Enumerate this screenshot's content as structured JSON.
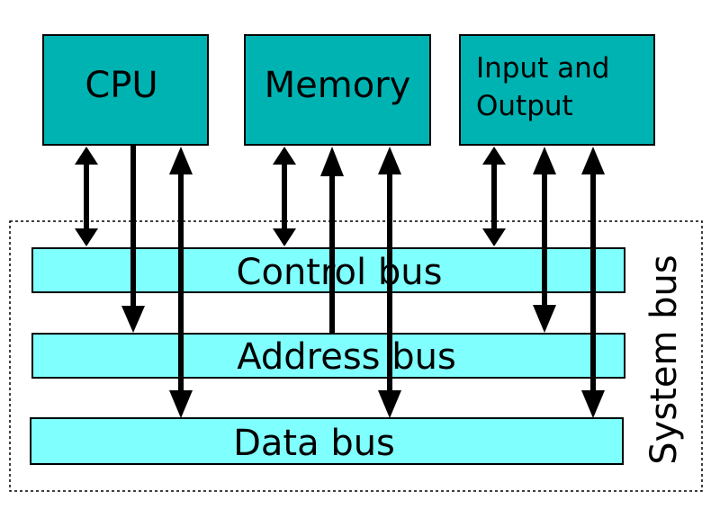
{
  "components": {
    "cpu": "CPU",
    "memory": "Memory",
    "io_line1": "Input and",
    "io_line2": "Output"
  },
  "buses": {
    "control": "Control bus",
    "address": "Address bus",
    "data": "Data bus"
  },
  "system_bus_label": "System bus",
  "colors": {
    "component_fill": "#00b3b3",
    "bus_fill": "#80ffff",
    "line": "#000000",
    "background": "#ffffff"
  }
}
